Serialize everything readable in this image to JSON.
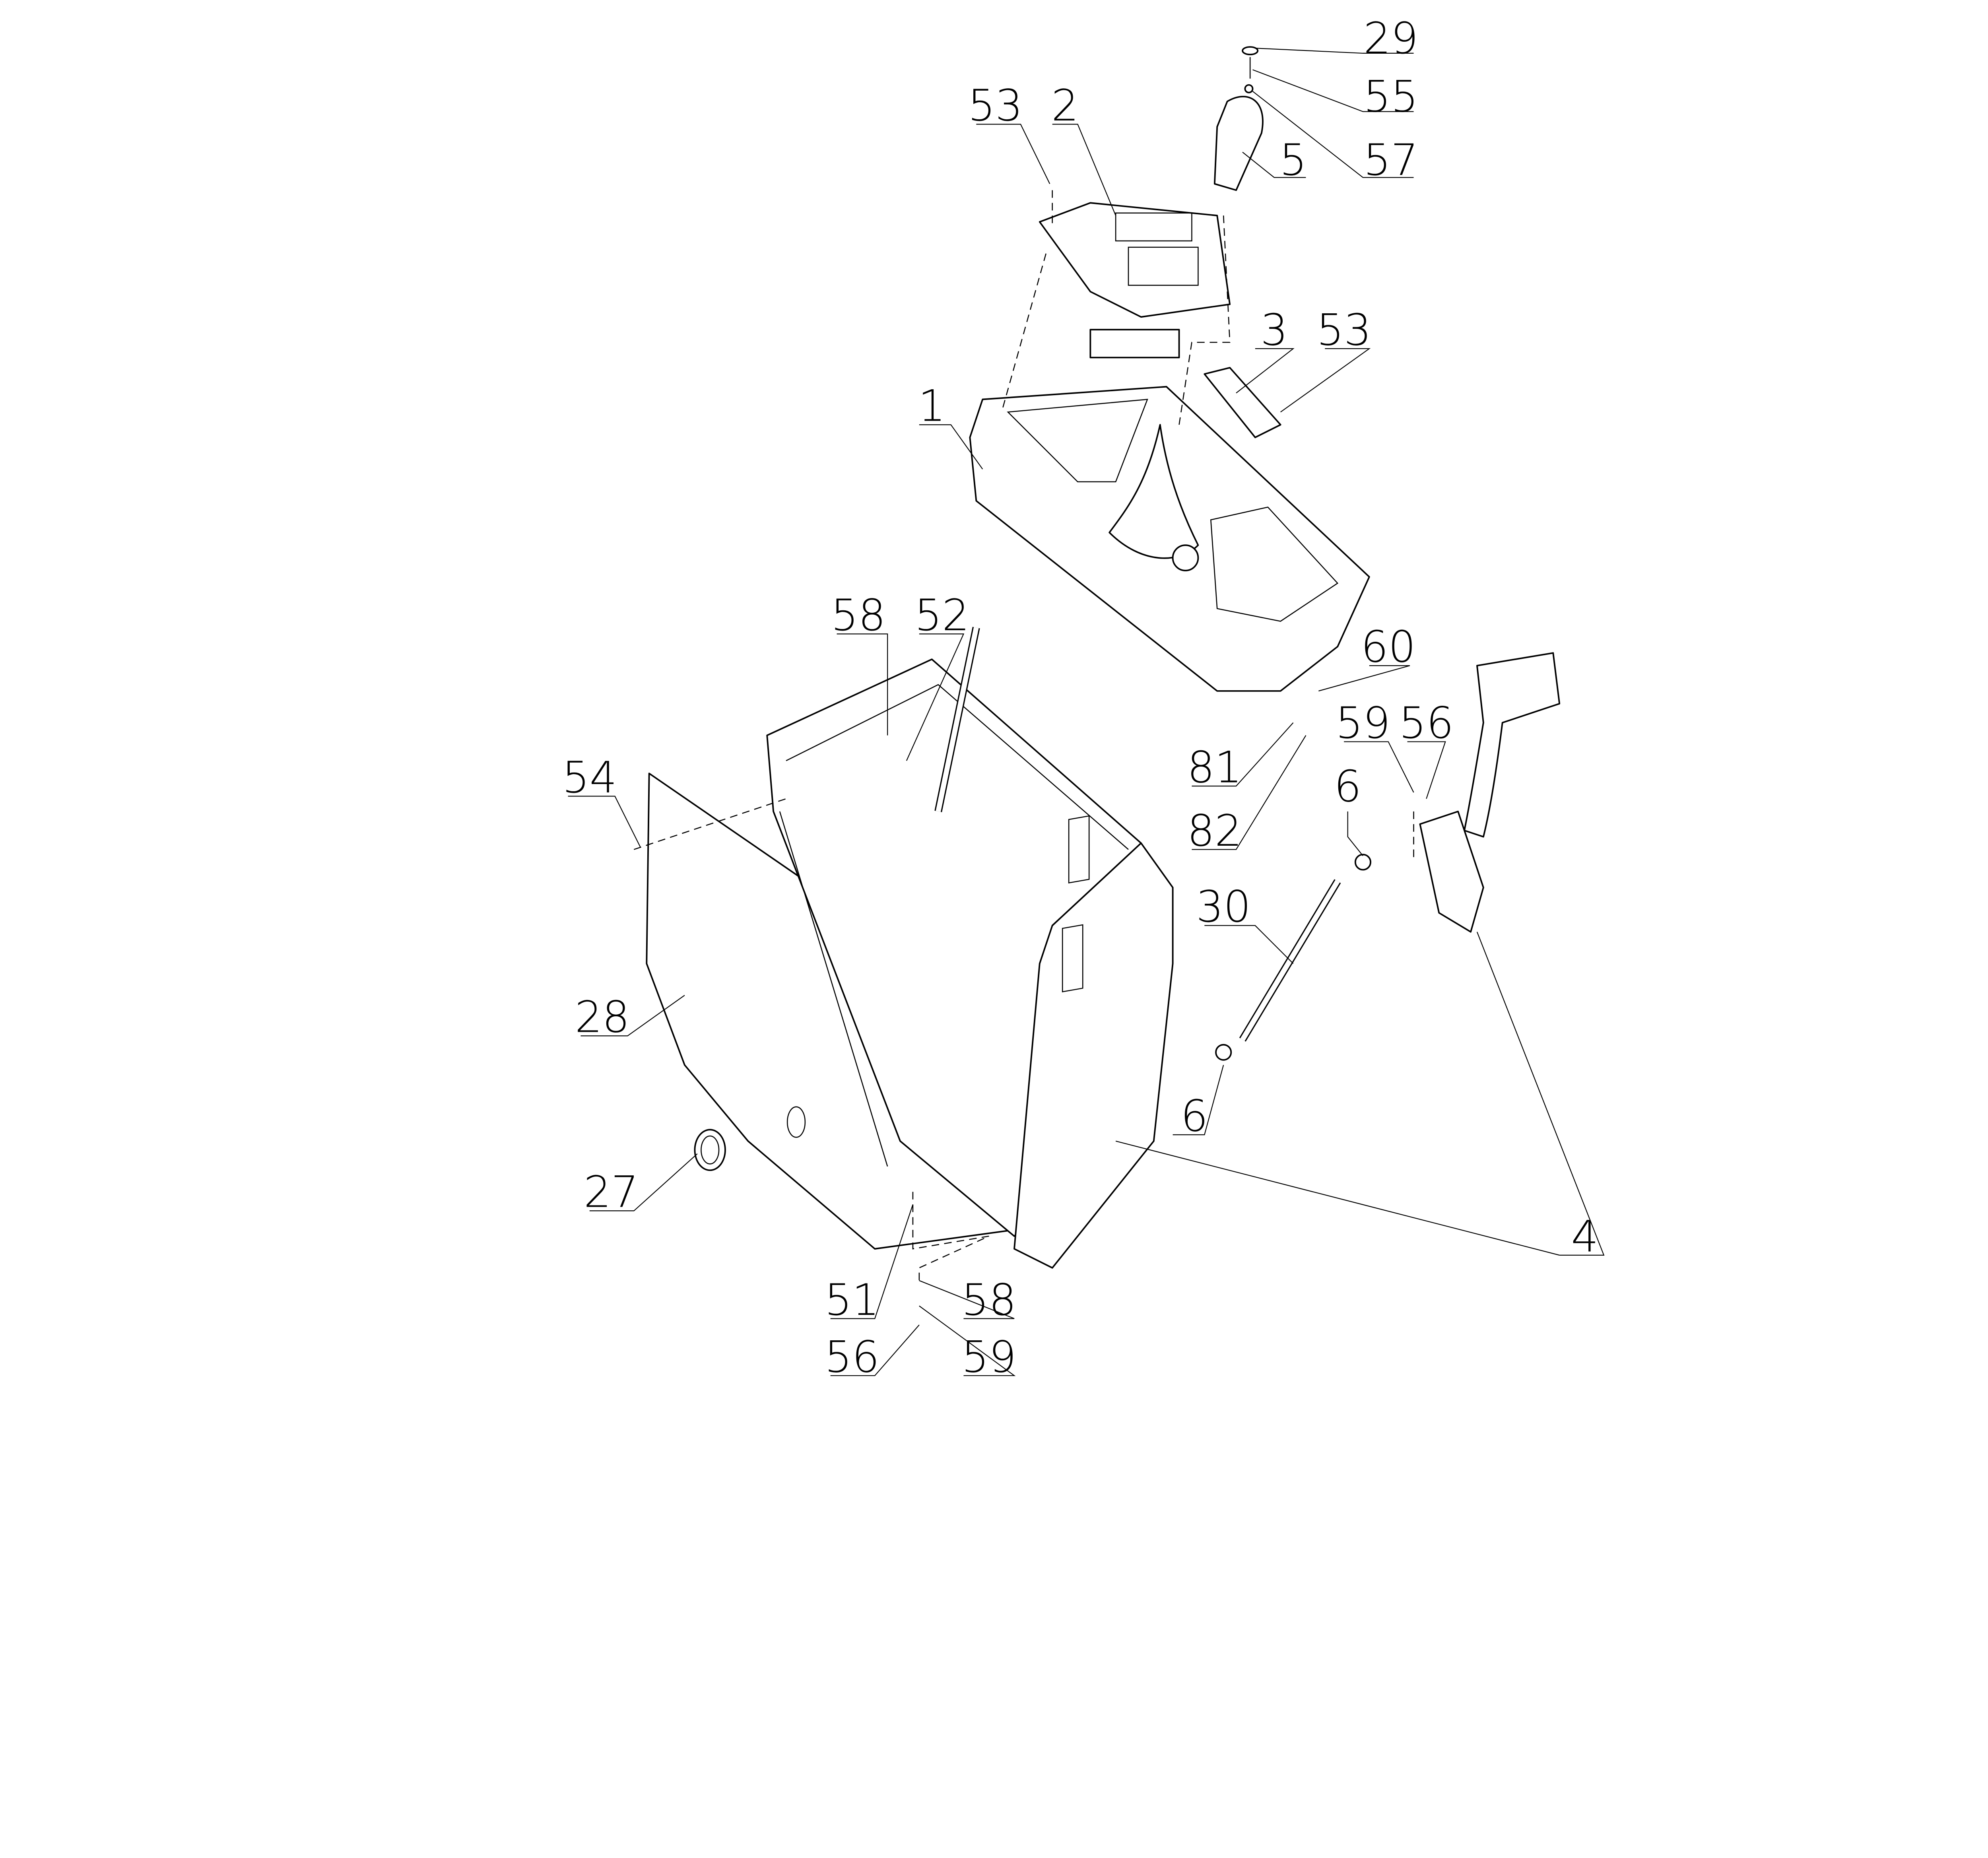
{
  "diagram": {
    "type": "exploded-parts-view",
    "callouts": {
      "c29": "29",
      "c55": "55",
      "c57": "57",
      "c5": "5",
      "c53a": "53",
      "c2": "2",
      "c3": "3",
      "c53b": "53",
      "c1": "1",
      "c58a": "58",
      "c52": "52",
      "c60": "60",
      "c59a": "59",
      "c56a": "56",
      "c81": "81",
      "c82": "82",
      "c6a": "6",
      "c54": "54",
      "c30": "30",
      "c28": "28",
      "c6b": "6",
      "c27": "27",
      "c4": "4",
      "c51": "51",
      "c58b": "58",
      "c56b": "56",
      "c59b": "59"
    }
  }
}
